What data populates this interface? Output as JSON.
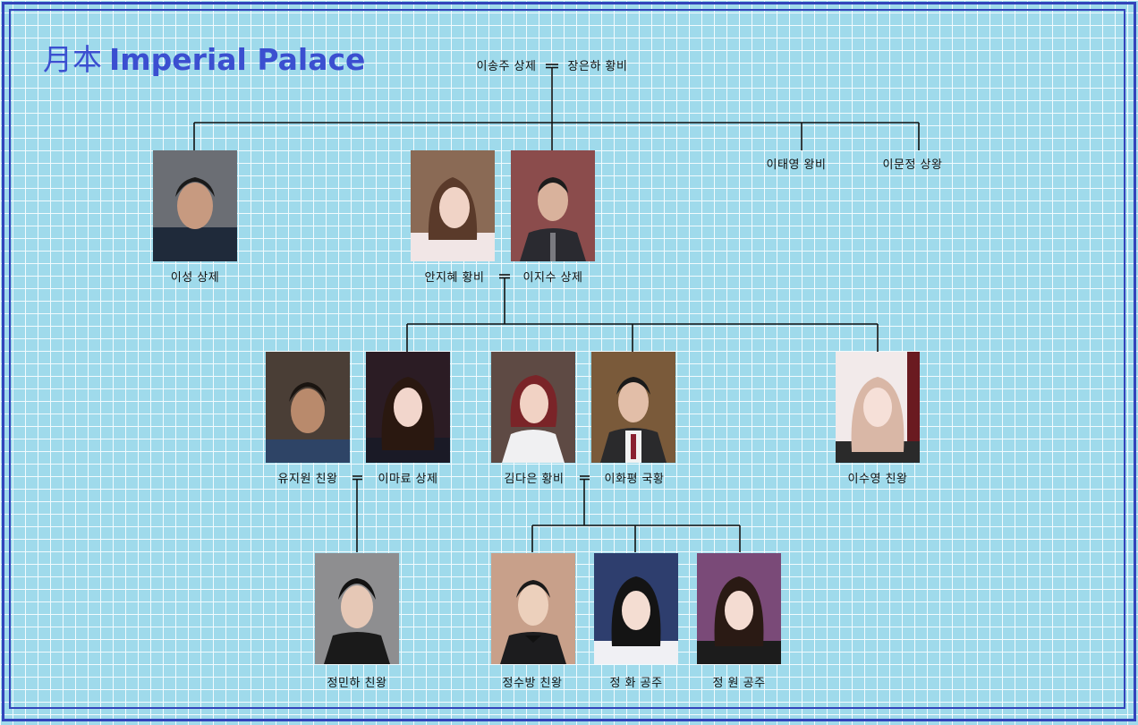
{
  "title": {
    "kanji": "月本",
    "text": "Imperial Palace"
  },
  "colors": {
    "accent": "#3b4fd0",
    "frame": "#3344bb",
    "background": "#9fdaeb",
    "line": "#111111"
  },
  "members": {
    "root_emperor": "이송주 상제",
    "root_empress": "장은하 황비",
    "lee_seong": "이성 상제",
    "ahn_jihye": "안지혜 황비",
    "lee_jisu": "이지수 상제",
    "lee_taeyoung": "이태영 왕비",
    "lee_munjeong": "이문정 상왕",
    "yu_jiwon": "유지원 친왕",
    "lee_maryo": "이마료 상제",
    "kim_daeun": "김다은 황비",
    "lee_hwapyeong": "이화평 국황",
    "lee_suyoung": "이수영 친왕",
    "jeong_minha": "정민하 친왕",
    "jeong_subang": "정수방 친왕",
    "jeong_hwa": "정 화 공주",
    "jeong_won": "정 원 공주"
  }
}
